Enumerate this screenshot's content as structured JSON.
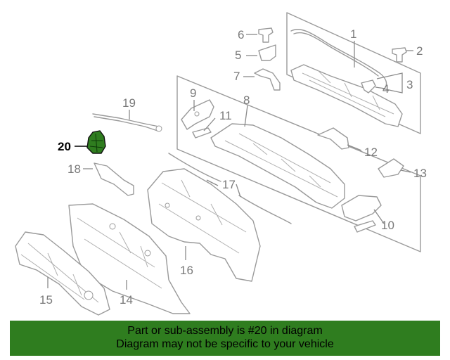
{
  "callouts": {
    "c1": "1",
    "c2": "2",
    "c3": "3",
    "c4": "4",
    "c5": "5",
    "c6": "6",
    "c7": "7",
    "c8": "8",
    "c9": "9",
    "c10": "10",
    "c11": "11",
    "c12": "12",
    "c13": "13",
    "c14": "14",
    "c15": "15",
    "c16": "16",
    "c17": "17",
    "c18": "18",
    "c19": "19",
    "c20": "20"
  },
  "highlight_color": "#2f7d1f",
  "banner": {
    "line1": "Part or sub-assembly is #20 in diagram",
    "line2": "Diagram may not be specific to your vehicle"
  }
}
